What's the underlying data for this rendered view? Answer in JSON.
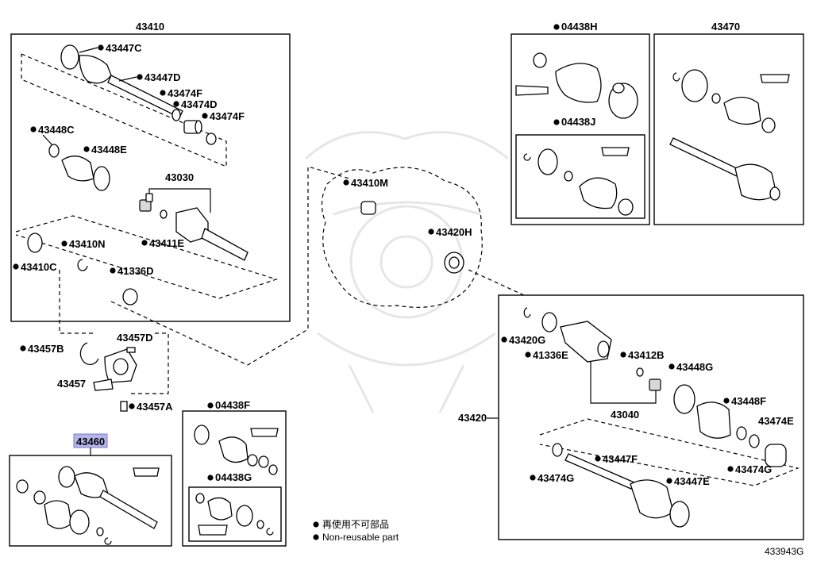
{
  "groups": {
    "left_shaft": "43410",
    "boot_kit_right_top": "04438H",
    "boot_kit_right_inner": "04438J",
    "right_shaft_top": "43470",
    "right_shaft_main": "43420",
    "inner_joint_left": "43030",
    "inner_joint_right": "43040",
    "highlight_assembly": "43460",
    "boot_kit_center": "04438F",
    "boot_kit_center_inner": "04438G"
  },
  "labels": {
    "l43447C": "43447C",
    "l43447D": "43447D",
    "l43474F_a": "43474F",
    "l43474D": "43474D",
    "l43474F_b": "43474F",
    "l43448C": "43448C",
    "l43448E": "43448E",
    "l43411E": "43411E",
    "l43410N": "43410N",
    "l43410C": "43410C",
    "l41336D": "41336D",
    "l43410M": "43410M",
    "l43420H": "43420H",
    "l43457B": "43457B",
    "l43457D": "43457D",
    "l43457": "43457",
    "l43457A": "43457A",
    "l43420G": "43420G",
    "l41336E": "41336E",
    "l43412B": "43412B",
    "l43448G": "43448G",
    "l43448F": "43448F",
    "l43474E": "43474E",
    "l43474G_a": "43474G",
    "l43474G_b": "43474G",
    "l43447F": "43447F",
    "l43447E": "43447E"
  },
  "legend": {
    "jp": "再使用不可部品",
    "en": "Non-reusable part"
  },
  "footer": {
    "diagram_id": "433943G"
  },
  "colors": {
    "highlight": "#b4b4e8",
    "line": "#000000",
    "watermark": "#e6e6e6"
  }
}
